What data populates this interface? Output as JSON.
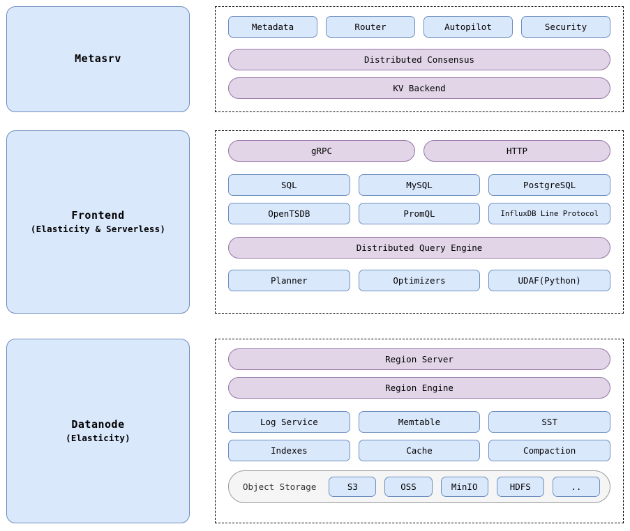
{
  "components": [
    {
      "title": "Metasrv",
      "subtitle": ""
    },
    {
      "title": "Frontend",
      "subtitle": "(Elasticity & Serverless)"
    },
    {
      "title": "Datanode",
      "subtitle": "(Elasticity)"
    }
  ],
  "metasrv": {
    "services": [
      "Metadata",
      "Router",
      "Autopilot",
      "Security"
    ],
    "layers": [
      "Distributed Consensus",
      "KV Backend"
    ]
  },
  "frontend": {
    "protocols": [
      "gRPC",
      "HTTP"
    ],
    "interfaces_row1": [
      "SQL",
      "MySQL",
      "PostgreSQL"
    ],
    "interfaces_row2": [
      "OpenTSDB",
      "PromQL",
      "InfluxDB Line Protocol"
    ],
    "engine": "Distributed Query Engine",
    "engine_parts": [
      "Planner",
      "Optimizers",
      "UDAF(Python)"
    ]
  },
  "datanode": {
    "layers": [
      "Region Server",
      "Region Engine"
    ],
    "modules_row1": [
      "Log Service",
      "Memtable",
      "SST"
    ],
    "modules_row2": [
      "Indexes",
      "Cache",
      "Compaction"
    ],
    "storage": {
      "label": "Object Storage",
      "backends": [
        "S3",
        "OSS",
        "MinIO",
        "HDFS",
        ".."
      ]
    }
  },
  "colors": {
    "node_fill": "#dae8fc",
    "node_border": "#6c8ebf",
    "pill_fill": "#e1d5e7",
    "pill_border": "#9673a6",
    "storage_fill": "#f5f5f5",
    "storage_border": "#999999",
    "group_border": "#000000"
  }
}
